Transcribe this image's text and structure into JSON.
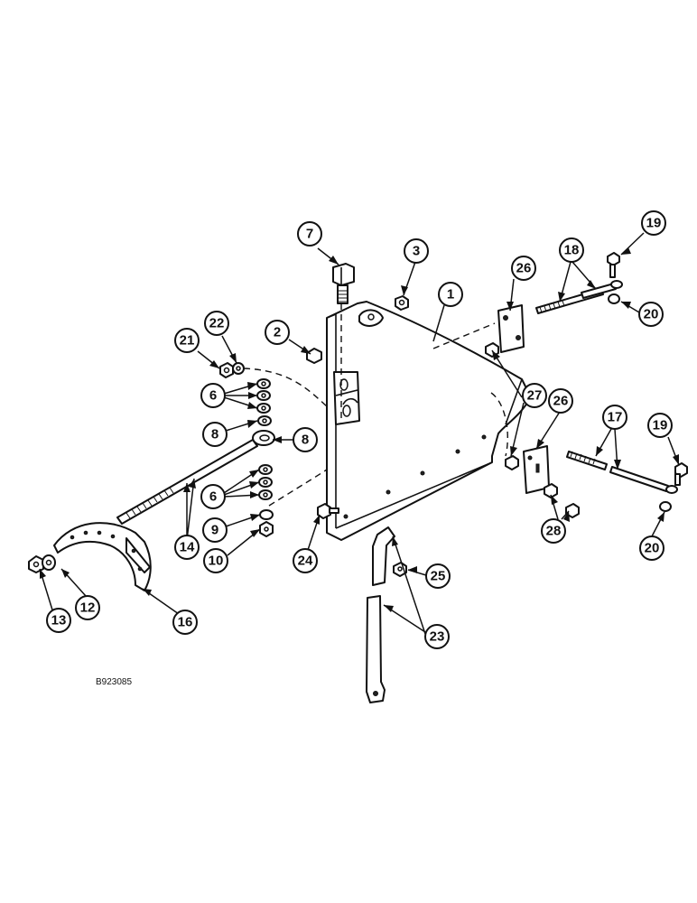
{
  "drawing_ref": "B923085",
  "callouts": [
    {
      "id": "c-1",
      "label": "1"
    },
    {
      "id": "c-2",
      "label": "2"
    },
    {
      "id": "c-3",
      "label": "3"
    },
    {
      "id": "c-6a",
      "label": "6"
    },
    {
      "id": "c-6b",
      "label": "6"
    },
    {
      "id": "c-7",
      "label": "7"
    },
    {
      "id": "c-8a",
      "label": "8"
    },
    {
      "id": "c-8b",
      "label": "8"
    },
    {
      "id": "c-9",
      "label": "9"
    },
    {
      "id": "c-10",
      "label": "10"
    },
    {
      "id": "c-12",
      "label": "12"
    },
    {
      "id": "c-13",
      "label": "13"
    },
    {
      "id": "c-14",
      "label": "14"
    },
    {
      "id": "c-16",
      "label": "16"
    },
    {
      "id": "c-17",
      "label": "17"
    },
    {
      "id": "c-18",
      "label": "18"
    },
    {
      "id": "c-19a",
      "label": "19"
    },
    {
      "id": "c-19b",
      "label": "19"
    },
    {
      "id": "c-20a",
      "label": "20"
    },
    {
      "id": "c-20b",
      "label": "20"
    },
    {
      "id": "c-21",
      "label": "21"
    },
    {
      "id": "c-22",
      "label": "22"
    },
    {
      "id": "c-23",
      "label": "23"
    },
    {
      "id": "c-24",
      "label": "24"
    },
    {
      "id": "c-25",
      "label": "25"
    },
    {
      "id": "c-26a",
      "label": "26"
    },
    {
      "id": "c-26b",
      "label": "26"
    },
    {
      "id": "c-27",
      "label": "27"
    },
    {
      "id": "c-28",
      "label": "28"
    }
  ]
}
